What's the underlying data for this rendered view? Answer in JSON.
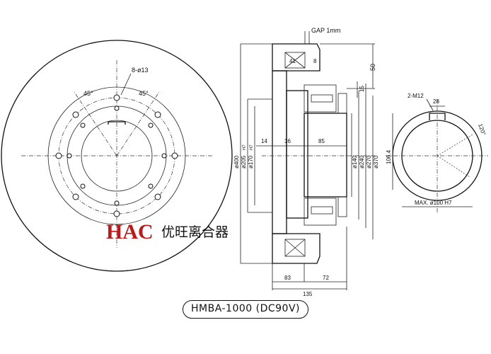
{
  "brand": {
    "logo_text": "HAC",
    "company_name": "优旺离合器"
  },
  "model": {
    "label": "HMBA-1000 (DC90V)"
  },
  "front_view": {
    "bolt_label": "8-ø13",
    "angle_left": "45°",
    "angle_right": "45°"
  },
  "section_view": {
    "gap_label": "GAP 1mm",
    "inner_num": "41",
    "right_dims": [
      "8",
      "50",
      "15"
    ],
    "horizontal_dims": [
      "14",
      "36",
      "85"
    ],
    "bottom_dims": [
      "83",
      "72",
      "135"
    ],
    "left_diameters": [
      "ø400",
      "ø205",
      "ø170"
    ],
    "fit_marks": [
      "H7",
      "H7"
    ],
    "right_diameters": [
      "ø140",
      "ø240",
      "ø270",
      "ø370"
    ]
  },
  "side_view": {
    "tap_label": "2-M12",
    "key_width": "28",
    "angle": "120°",
    "depth": "106.4",
    "bore_label": "MAX. ø100 H7"
  }
}
